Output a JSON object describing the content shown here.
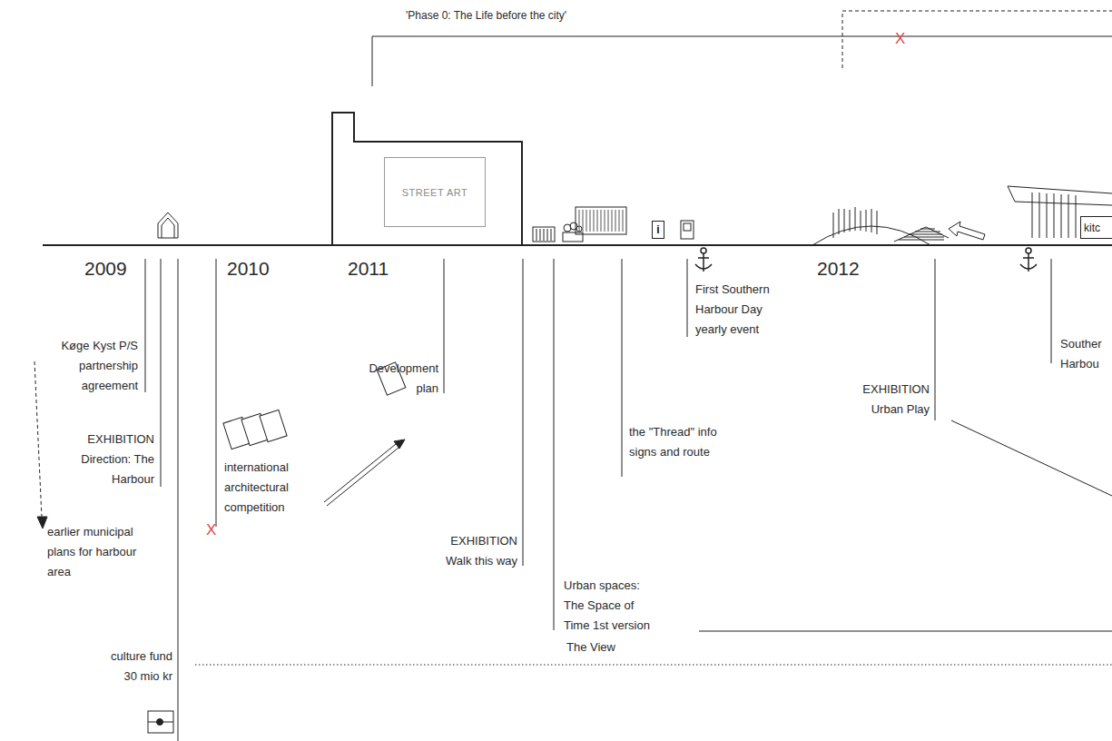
{
  "diagram": {
    "nodes": [
      {
        "text": [
          "STREET ART"
        ]
      },
      {
        "text": [
          "i"
        ]
      },
      {
        "text": [
          "kitc"
        ]
      }
    ],
    "labels": [
      "'Phase 0: The Life before the city'",
      "X",
      "2009",
      "2010",
      "2011",
      "2012",
      "Køge Kyst P/S partnership agreement",
      "EXHIBITION Direction: The Harbour",
      "earlier municipal plans for harbour area",
      "culture fund 30 mio kr",
      "international architectural competition",
      "X",
      "Development plan",
      "EXHIBITION Walk this way",
      "the \"Thread\" info signs and route",
      "Urban spaces: The Space of Time 1st version",
      "The View",
      "First Southern Harbour Day yearly event",
      "EXHIBITION Urban Play",
      "Souther Harbou"
    ]
  }
}
